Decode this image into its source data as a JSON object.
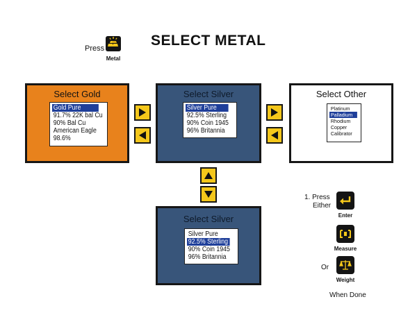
{
  "title": "SELECT METAL",
  "press_prompt": {
    "press_label": "Press",
    "key_label": "Metal",
    "key_icon": "gold-bars-icon"
  },
  "panels": {
    "gold": {
      "title": "Select Gold",
      "bg_color": "#e8821c",
      "items": [
        "Gold Pure",
        "91.7% 22K bal Cu",
        "90% Bal Cu",
        "American Eagle",
        "98.6%"
      ],
      "selected_index": 0
    },
    "silver_top": {
      "title": "Select Silver",
      "bg_color": "#38557a",
      "items": [
        "Silver Pure",
        "92.5% Sterling",
        "90% Coin 1945",
        "96% Britannia"
      ],
      "selected_index": 0
    },
    "other": {
      "title": "Select Other",
      "bg_color": "#ffffff",
      "items": [
        "Platinum",
        "Palladium",
        "Rhodium",
        "Copper",
        "Calibrator"
      ],
      "selected_index": 1
    },
    "silver_bottom": {
      "title": "Select Silver",
      "bg_color": "#38557a",
      "items": [
        "Silver Pure",
        "92.5% Sterling",
        "90% Coin 1945",
        "96% Britannia"
      ],
      "selected_index": 1
    }
  },
  "arrow_color": "#f4c71b",
  "instructions": {
    "step": "1. Press",
    "either": "Either",
    "or": "Or",
    "done": "When Done",
    "keys": [
      {
        "label": "Enter",
        "icon": "enter-icon"
      },
      {
        "label": "Measure",
        "icon": "measure-icon"
      },
      {
        "label": "Weight",
        "icon": "scale-icon"
      }
    ]
  }
}
